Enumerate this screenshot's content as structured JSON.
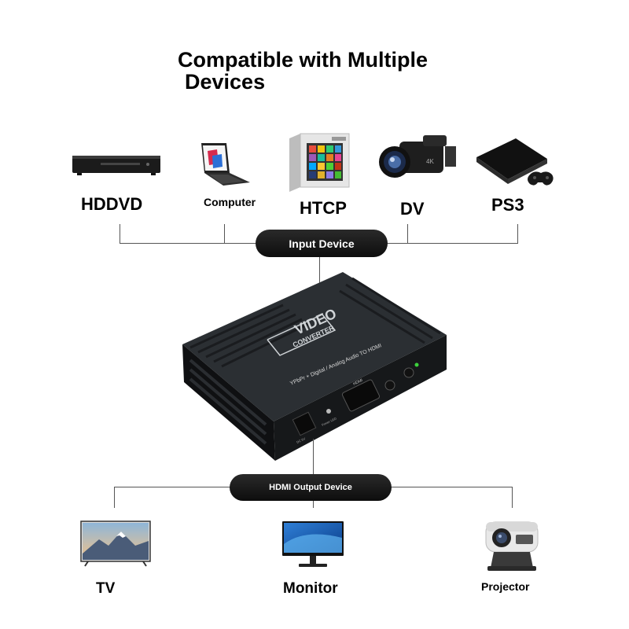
{
  "title": {
    "line1": "Compatible with Multiple",
    "line2": "Devices"
  },
  "inputs": [
    {
      "label": "HDDVD",
      "icon": "hddvd-player-icon"
    },
    {
      "label": "Computer",
      "icon": "laptop-icon"
    },
    {
      "label": "HTCP",
      "icon": "htpc-icon"
    },
    {
      "label": "DV",
      "icon": "camcorder-icon"
    },
    {
      "label": "PS3",
      "icon": "ps3-console-icon"
    }
  ],
  "input_pill": "Input Device",
  "output_pill": "HDMI Output Device",
  "device": {
    "brand_top": "VIDEO",
    "brand_bottom": "CONVERTER",
    "front_text": "YPbPr + Digital / Analog Audio TO HDMI",
    "hdmi_label": "HDMI",
    "power_label": "DC 5V",
    "power_led_label": "Power LED"
  },
  "outputs": [
    {
      "label": "TV",
      "icon": "tv-icon"
    },
    {
      "label": "Monitor",
      "icon": "monitor-icon"
    },
    {
      "label": "Projector",
      "icon": "projector-icon"
    }
  ]
}
